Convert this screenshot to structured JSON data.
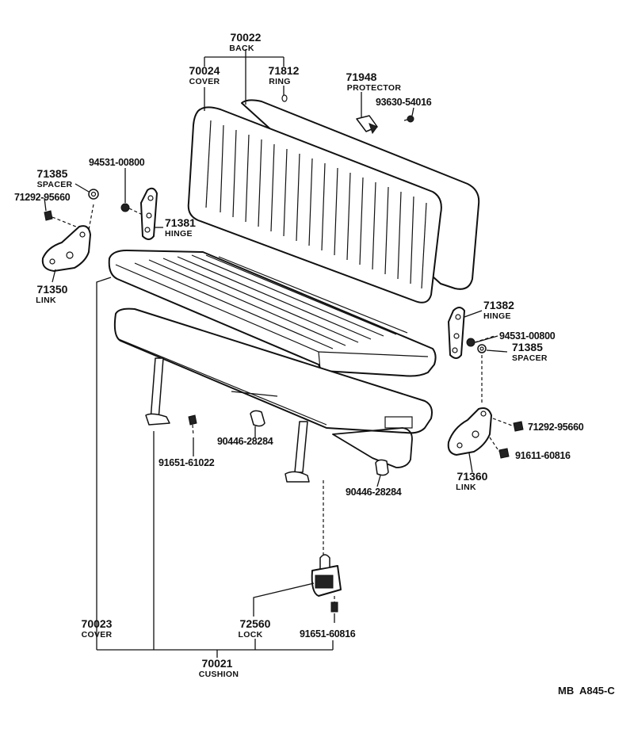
{
  "labels": {
    "back": {
      "number": "70022",
      "name": "BACK"
    },
    "back_cover": {
      "number": "70024",
      "name": "COVER"
    },
    "ring": {
      "number": "71812",
      "name": "RING"
    },
    "protector": {
      "number": "71948",
      "name": "PROTECTOR"
    },
    "screw_93630": {
      "number": "93630-54016"
    },
    "spacer_left": {
      "number": "71385",
      "name": "SPACER"
    },
    "nut_94531_left": {
      "number": "94531-00800"
    },
    "bolt_71292_left": {
      "number": "71292-95660"
    },
    "hinge_left": {
      "number": "71381",
      "name": "HINGE"
    },
    "link_left": {
      "number": "71350",
      "name": "LINK"
    },
    "hinge_right": {
      "number": "71382",
      "name": "HINGE"
    },
    "nut_94531_right": {
      "number": "94531-00800"
    },
    "spacer_right": {
      "number": "71385",
      "name": "SPACER"
    },
    "bolt_71292_right": {
      "number": "71292-95660"
    },
    "bolt_91611": {
      "number": "91611-60816"
    },
    "link_right": {
      "number": "71360",
      "name": "LINK"
    },
    "cushion_pad_left": {
      "number": "90446-28284"
    },
    "cushion_pad_right": {
      "number": "90446-28284"
    },
    "bolt_91651_left": {
      "number": "91651-61022"
    },
    "cushion_cover": {
      "number": "70023",
      "name": "COVER"
    },
    "lock": {
      "number": "72560",
      "name": "LOCK"
    },
    "bolt_91651_lock": {
      "number": "91651-60816"
    },
    "cushion": {
      "number": "70021",
      "name": "CUSHION"
    }
  },
  "diagram_code": "MB  A845-C",
  "colors": {
    "ink": "#111111",
    "paper": "#ffffff"
  }
}
